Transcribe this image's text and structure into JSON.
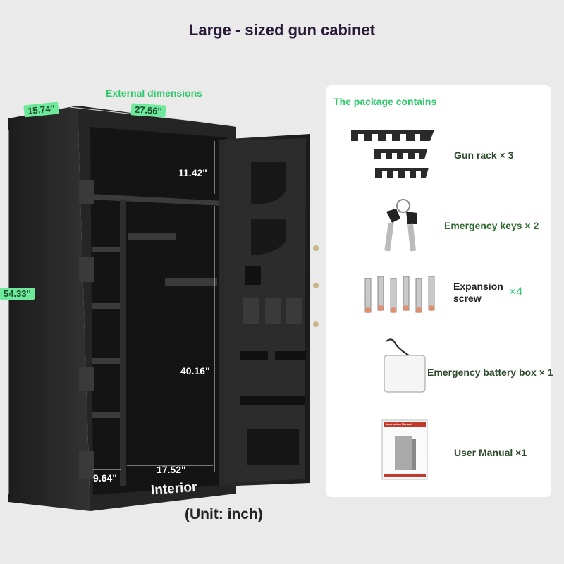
{
  "title": "Large - sized gun cabinet",
  "unit_note": "(Unit: inch)",
  "external": {
    "label": "External dimensions",
    "depth": "15.74''",
    "width": "27.56''",
    "height": "54.33''"
  },
  "interior": {
    "label": "Interior",
    "top_shelf": "11.42\"",
    "main_height": "40.16\"",
    "side_width": "9.64\"",
    "main_width": "17.52\""
  },
  "package": {
    "title": "The package contains",
    "items": [
      {
        "label": "Gun rack × 3",
        "icon": "gun-rack-icon"
      },
      {
        "label": "Emergency keys × 2",
        "icon": "keys-icon"
      },
      {
        "label": "Expansion screw",
        "qty": "×4",
        "icon": "expansion-screw-icon"
      },
      {
        "label": "Emergency battery box × 1",
        "icon": "battery-box-icon"
      },
      {
        "label": "User Manual ×1",
        "icon": "manual-icon",
        "manual_header": "Instruction Manual"
      }
    ]
  },
  "colors": {
    "accent": "#2ec96a",
    "tag_bg": "#6ee89a",
    "cabinet": "#2b2b2b",
    "background": "#eaeaea"
  }
}
